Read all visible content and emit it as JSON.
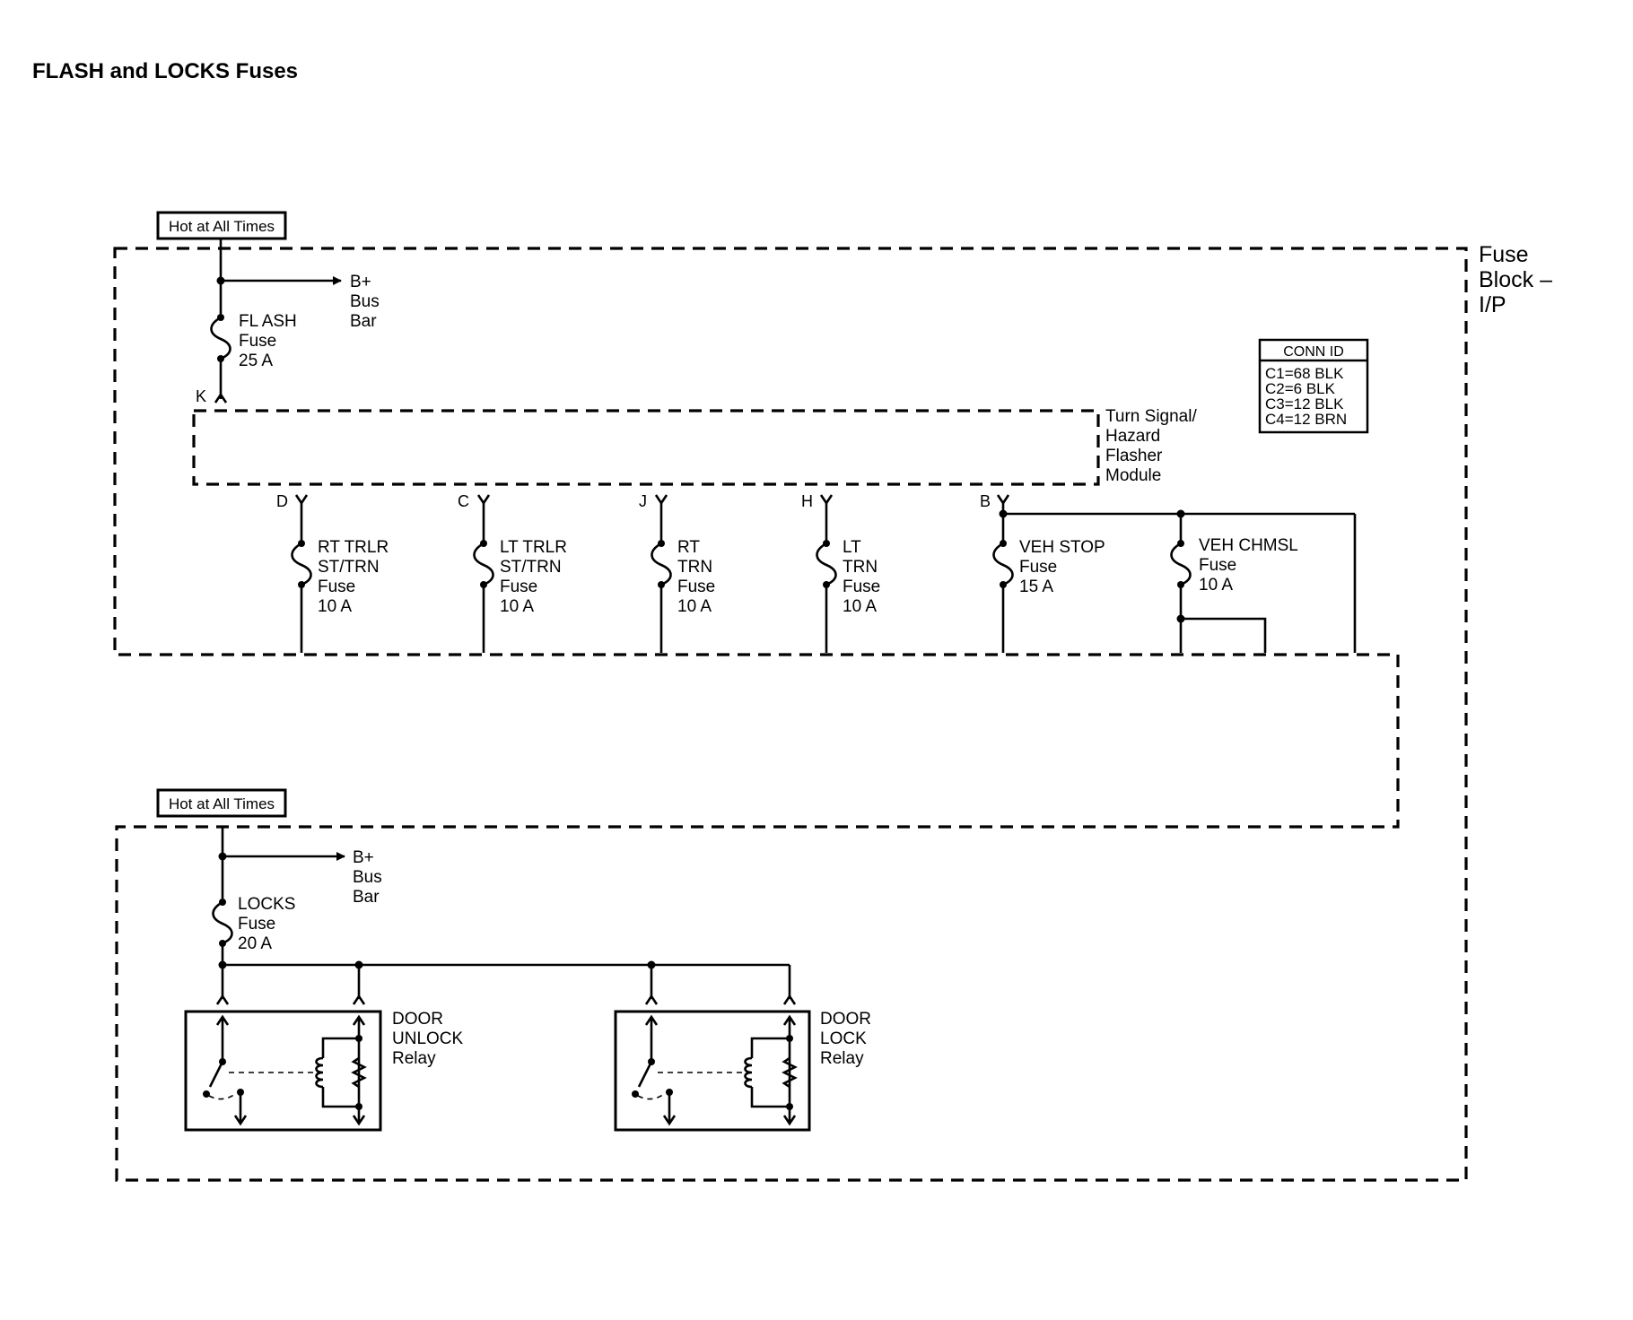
{
  "title": "FLASH and LOCKS Fuses",
  "hot_label": "Hot at All Times",
  "fuse_block": [
    "Fuse",
    "Block –",
    "I/P"
  ],
  "conn_id": {
    "header": "CONN ID",
    "lines": [
      "C1=68 BLK",
      "C2=6 BLK",
      "C3=12 BLK",
      "C4=12 BRN"
    ]
  },
  "bus_bar": [
    "B+",
    "Bus",
    "Bar"
  ],
  "flash_fuse": [
    "FL ASH",
    "Fuse",
    "25 A"
  ],
  "locks_fuse": [
    "LOCKS",
    "Fuse",
    "20 A"
  ],
  "module": [
    "Turn Signal/",
    "Hazard",
    "Flasher",
    "Module"
  ],
  "pins": {
    "k": "K",
    "d": "D",
    "c": "C",
    "j": "J",
    "h": "H",
    "b": "B"
  },
  "fuses": {
    "rt_trlr": [
      "RT TRLR",
      "ST/TRN",
      "Fuse",
      "10 A"
    ],
    "lt_trlr": [
      "LT TRLR",
      "ST/TRN",
      "Fuse",
      "10 A"
    ],
    "rt_trn": [
      "RT",
      "TRN",
      "Fuse",
      "10 A"
    ],
    "lt_trn": [
      "LT",
      "TRN",
      "Fuse",
      "10 A"
    ],
    "veh_stop": [
      "VEH STOP",
      "Fuse",
      "15 A"
    ],
    "veh_chmsl": [
      "VEH CHMSL",
      "Fuse",
      "10 A"
    ]
  },
  "relays": {
    "unlock": [
      "DOOR",
      "UNLOCK",
      "Relay"
    ],
    "lock": [
      "DOOR",
      "LOCK",
      "Relay"
    ]
  }
}
